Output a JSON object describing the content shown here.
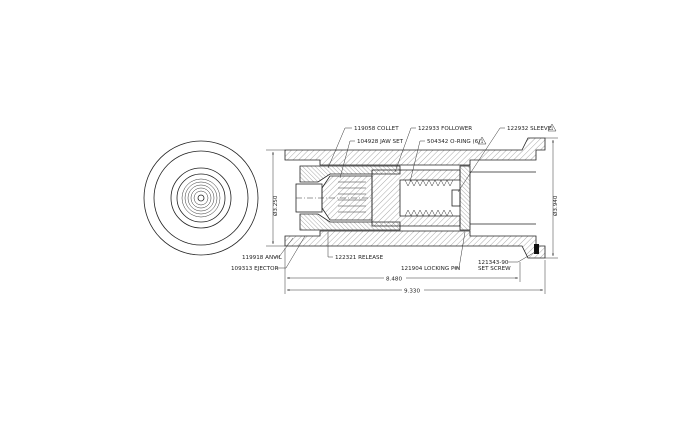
{
  "drawing": {
    "callouts": {
      "collet": "119058 COLLET",
      "jaw_set": "104928 JAW SET",
      "follower": "122933 FOLLOWER",
      "oring": "504342 O-RING (6)",
      "sleeve": "122932 SLEEVE",
      "anvil": "119918 ANVIL",
      "ejector": "109313 EJECTOR",
      "release": "122321 RELEASE",
      "locking_pin": "121904 LOCKING PIN",
      "set_screw_pn": "121343-90",
      "set_screw": "SET SCREW"
    },
    "revision_marker": "1",
    "dimensions": {
      "inner_diameter": "Ø3.250",
      "outer_diameter": "Ø3.940",
      "length_short": "8.480",
      "length_overall": "9.330"
    }
  }
}
